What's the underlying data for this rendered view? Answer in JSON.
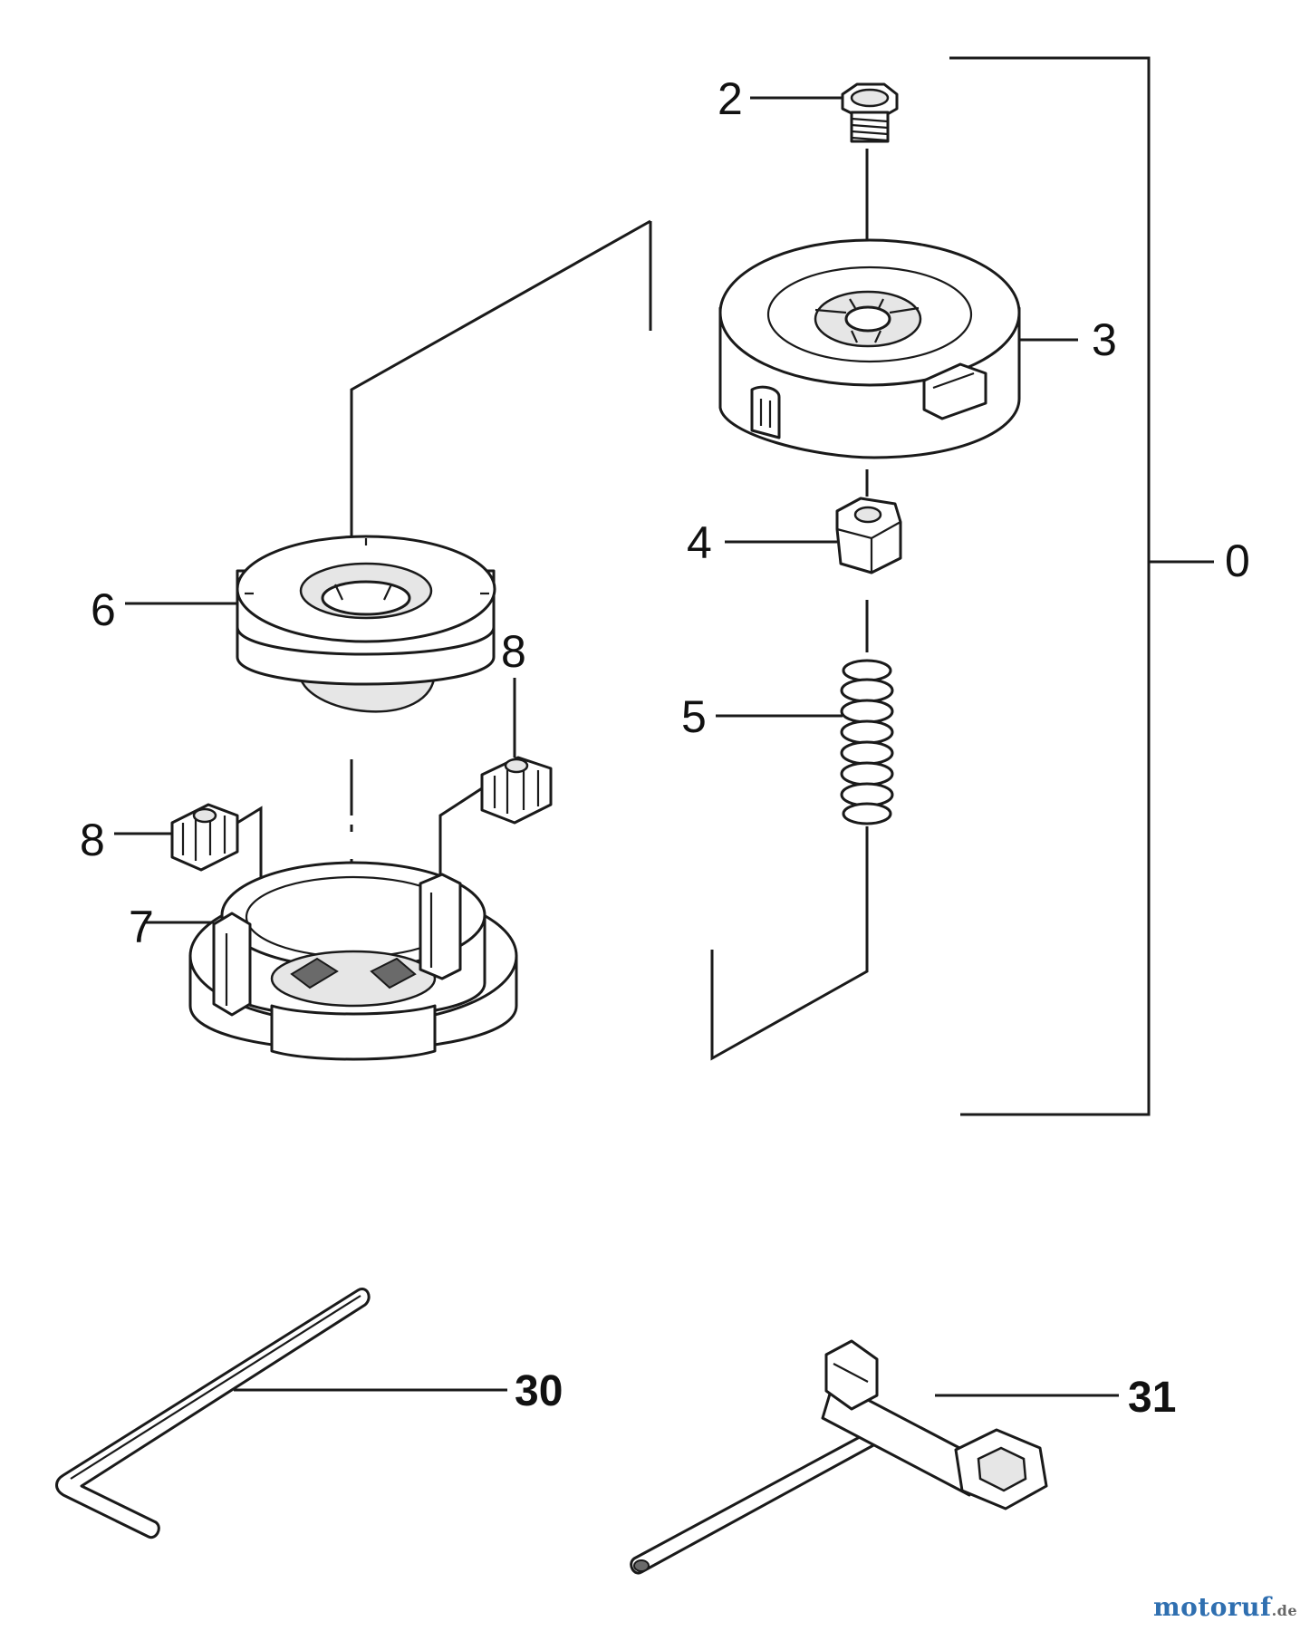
{
  "diagram": {
    "callouts": {
      "p0": "0",
      "p2": "2",
      "p3": "3",
      "p4": "4",
      "p5": "5",
      "p6": "6",
      "p7": "7",
      "p8a": "8",
      "p8b": "8",
      "p30": "30",
      "p31": "31"
    }
  },
  "watermark": {
    "main": "motoruf",
    "tld": ".de"
  }
}
